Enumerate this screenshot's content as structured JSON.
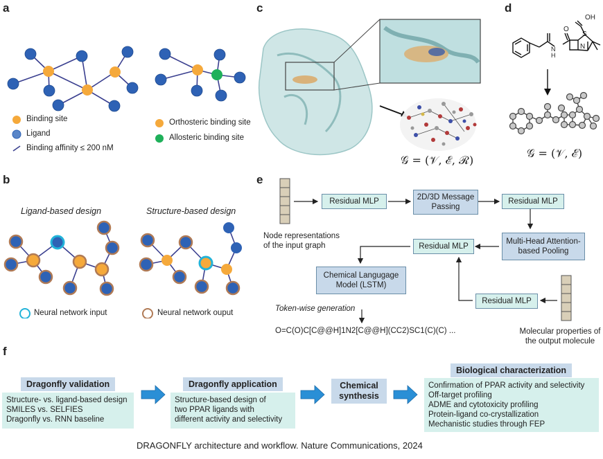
{
  "panels": {
    "a": "a",
    "b": "b",
    "c": "c",
    "d": "d",
    "e": "e",
    "f": "f"
  },
  "panel_a": {
    "legend": [
      "Binding site",
      "Ligand",
      "Binding affinity ≤ 200 nM",
      "Orthosteric binding site",
      "Allosteric binding site"
    ],
    "colors": {
      "binding_site": "#f5a93b",
      "ligand": "#2e62b5",
      "edge": "#3a3f8f",
      "allosteric": "#1fb05a"
    }
  },
  "panel_b": {
    "ligand_title": "Ligand-based design",
    "structure_title": "Structure-based design",
    "legend_input": "Neural network input",
    "legend_output": "Neural network ouput",
    "colors": {
      "input_ring": "#22b3d9",
      "output_ring": "#b07a55"
    }
  },
  "panel_c": {
    "equation": "𝒢 = (𝒱, ℰ, ℛ)"
  },
  "panel_d": {
    "equation": "𝒢 = (𝒱, ℰ)",
    "atoms": {
      "nh": "N\nH",
      "n": "N",
      "s": "S",
      "o": "O",
      "oh": "OH"
    }
  },
  "panel_e": {
    "res1": "Residual MLP",
    "msg": "2D/3D Message Passing",
    "res2": "Residual MLP",
    "pool": "Multi-Head Attention-based Pooling",
    "res3": "Residual MLP",
    "lstm": "Chemical Langugage Model (LSTM)",
    "res4": "Residual MLP",
    "node_label": "Node representations of the input graph",
    "mol_label": "Molecular properties of the output molecule",
    "token": "Token-wise generation",
    "smiles": "O=C(O)C[C@@H]1N2[C@@H](CC2)SC1(C)(C) ..."
  },
  "panel_f": {
    "validation": {
      "title": "Dragonfly validation",
      "items": [
        "Structure- vs. ligand-based design",
        "SMILES vs. SELFIES",
        "Dragonfly vs. RNN baseline"
      ]
    },
    "application": {
      "title": "Dragonfly application",
      "items": [
        "Structure-based design of",
        "two PPAR ligands with",
        "different activity and selectivity"
      ]
    },
    "synthesis": {
      "title": "Chemical synthesis"
    },
    "bio": {
      "title": "Biological characterization",
      "items": [
        "Confirmation of PPAR activity and selectivity",
        "Off-target profiling",
        "ADME and cytotoxicity profiling",
        "Protein-ligand co-crystallization",
        "Mechanistic studies through FEP"
      ]
    }
  },
  "caption": "DRAGONFLY architecture and workflow. Nature Communications, 2024"
}
